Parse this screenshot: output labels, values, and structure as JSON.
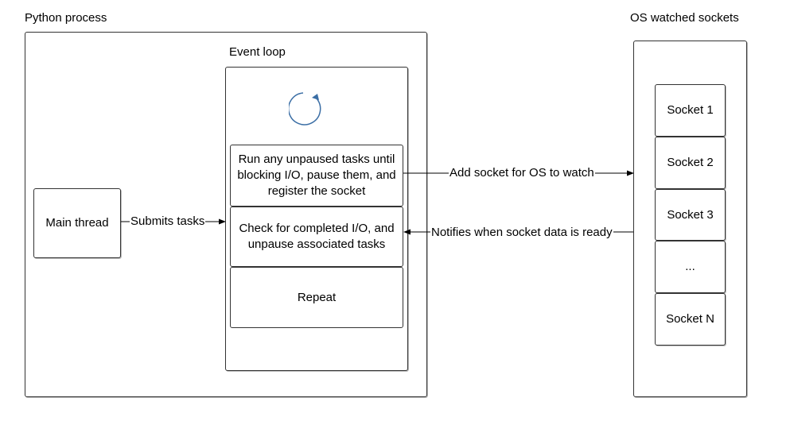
{
  "python_process": {
    "title": "Python process",
    "main_thread": "Main thread",
    "submits_label": "Submits tasks"
  },
  "event_loop": {
    "title": "Event loop",
    "icon": "refresh-cycle-icon",
    "steps": [
      "Run any unpaused tasks until blocking I/O, pause them, and register the socket",
      "Check for completed I/O, and unpause associated tasks",
      "Repeat"
    ]
  },
  "arrows": {
    "add_socket": "Add socket for OS to watch",
    "notifies": "Notifies when socket data is ready"
  },
  "os_sockets": {
    "title": "OS watched sockets",
    "sockets": [
      "Socket 1",
      "Socket 2",
      "Socket 3",
      "...",
      "Socket N"
    ]
  },
  "colors": {
    "border": "#333333",
    "icon_blue": "#3b6ea5",
    "shadow": "#bdbdbd"
  }
}
